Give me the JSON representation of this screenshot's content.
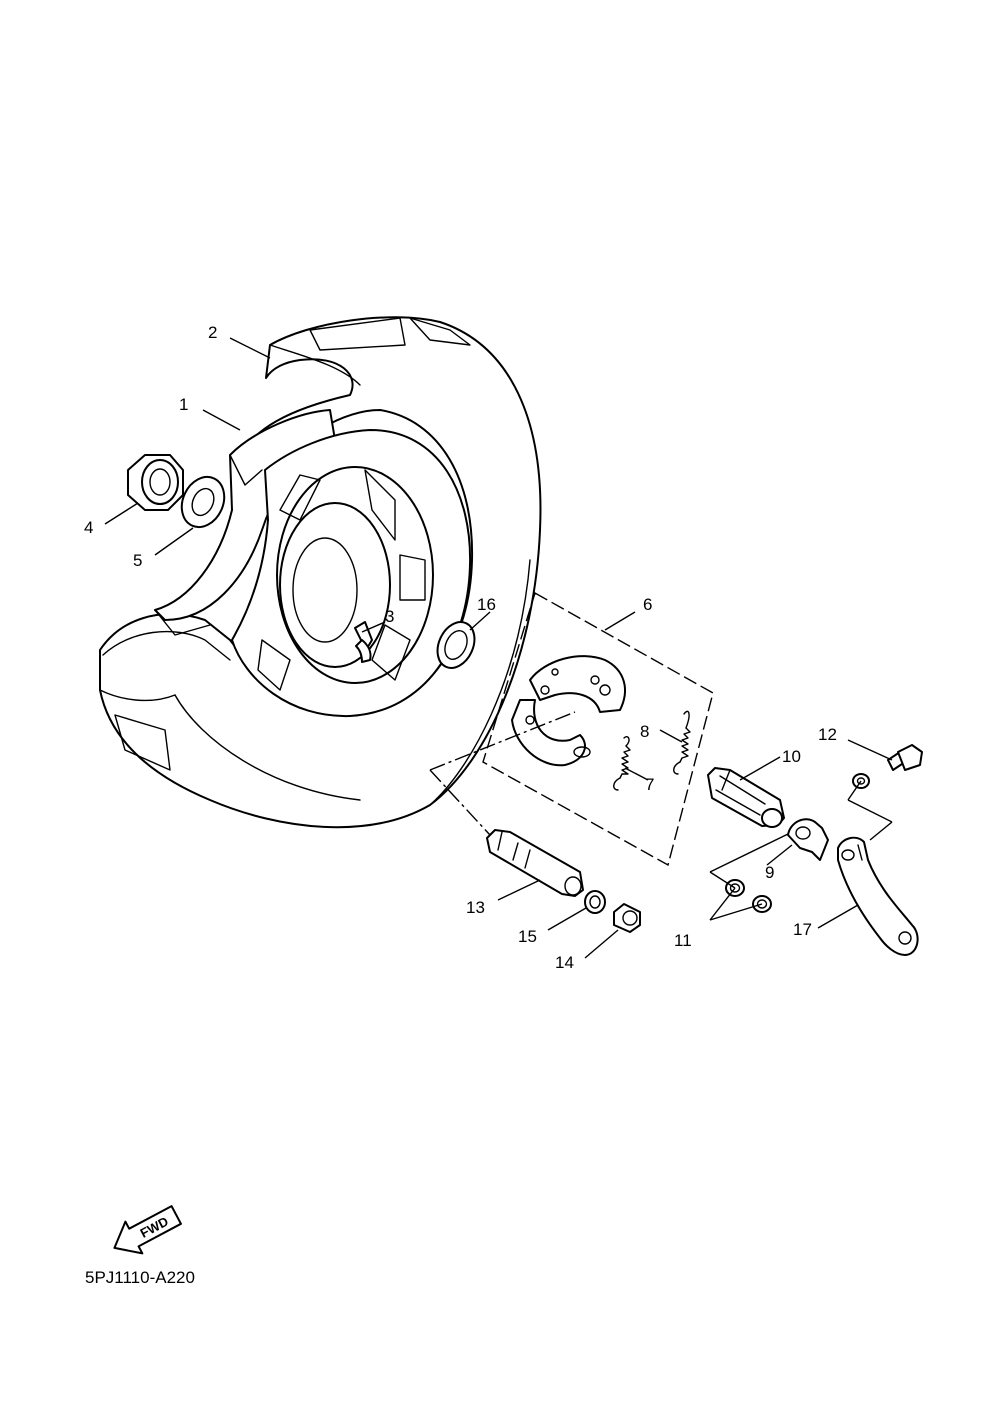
{
  "diagram_code": "5PJ1110-A220",
  "fwd_label": "FWD",
  "callouts": {
    "p1": "1",
    "p2": "2",
    "p3": "3",
    "p4": "4",
    "p5": "5",
    "p6": "6",
    "p7": "7",
    "p8": "8",
    "p9": "9",
    "p10": "10",
    "p11": "11",
    "p12": "12",
    "p13": "13",
    "p14": "14",
    "p15": "15",
    "p16": "16",
    "p17": "17"
  }
}
